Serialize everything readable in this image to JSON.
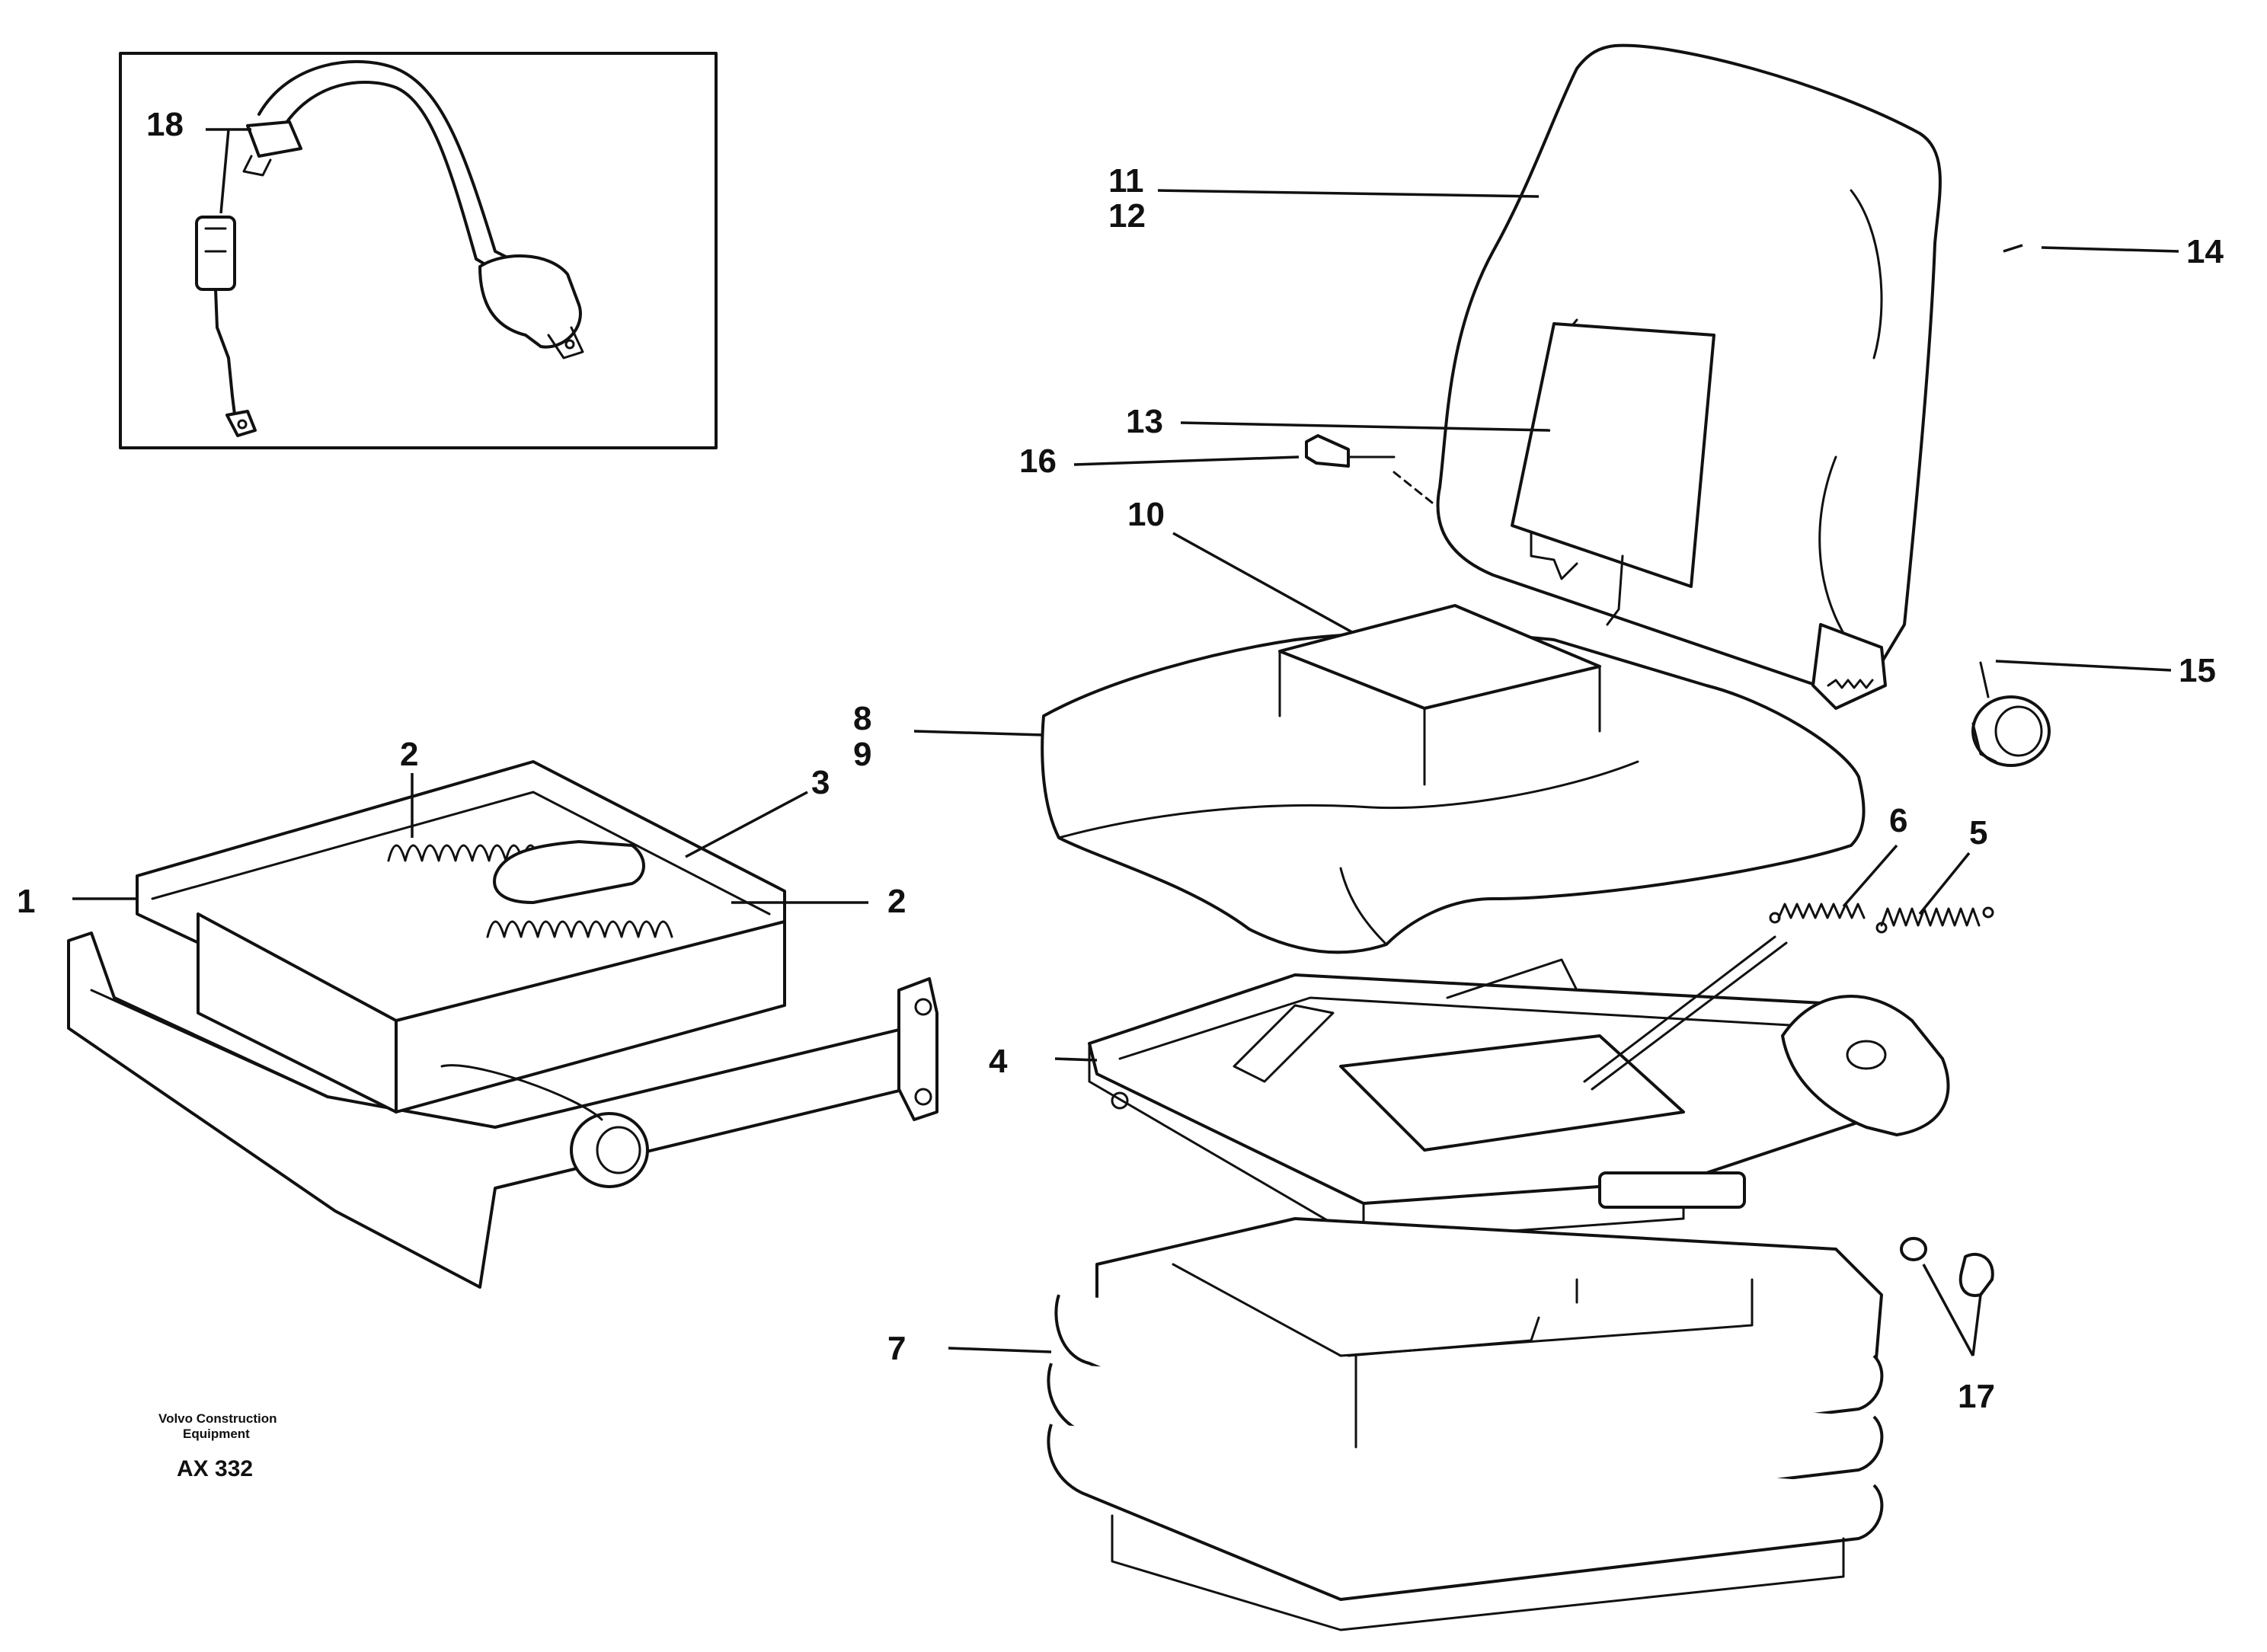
{
  "labels": {
    "l1": "1",
    "l2a": "2",
    "l2b": "2",
    "l3": "3",
    "l4": "4",
    "l5": "5",
    "l6": "6",
    "l7": "7",
    "l8": "8",
    "l9": "9",
    "l10": "10",
    "l11": "11",
    "l12": "12",
    "l13": "13",
    "l14": "14",
    "l15": "15",
    "l16": "16",
    "l17": "17",
    "l18": "18"
  },
  "caption": {
    "company": "Volvo Construction",
    "company_line2": "Equipment",
    "code": "AX 332"
  }
}
